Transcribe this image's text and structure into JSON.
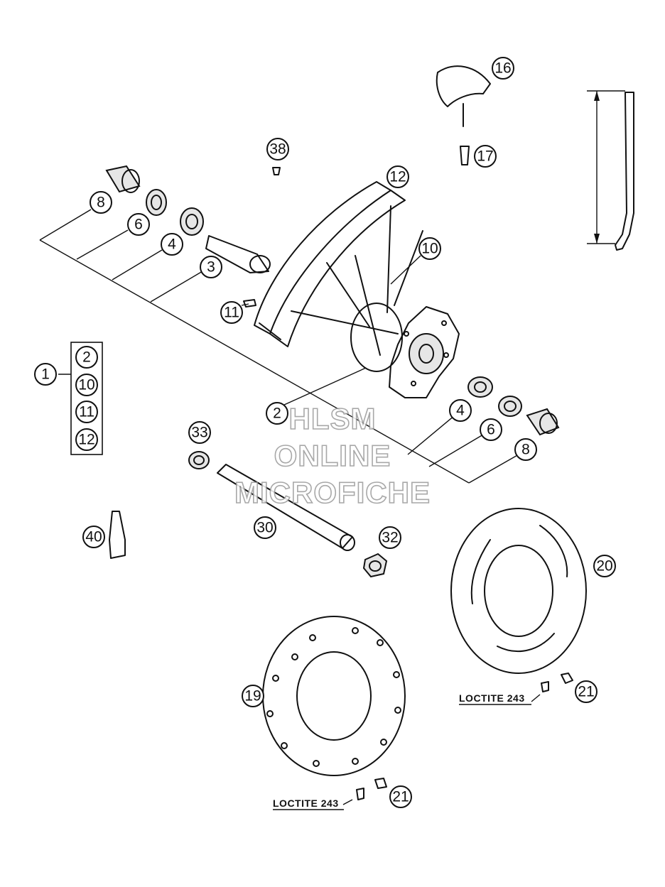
{
  "watermark": {
    "line1": "HLSM",
    "line2": "ONLINE",
    "line3": "MICROFICHE"
  },
  "callouts": {
    "c1": "1",
    "c2": "2",
    "c3": "3",
    "c4": "4",
    "c6": "6",
    "c8": "8",
    "c10": "10",
    "c11": "11",
    "c12": "12",
    "c16": "16",
    "c17": "17",
    "c19": "19",
    "c20": "20",
    "c21": "21",
    "c30": "30",
    "c32": "32",
    "c33": "33",
    "c38": "38",
    "c40": "40"
  },
  "kit_items": [
    "2",
    "10",
    "11",
    "12"
  ],
  "notes": {
    "loctite_right": "LOCTITE 243",
    "loctite_bottom": "LOCTITE 243"
  }
}
